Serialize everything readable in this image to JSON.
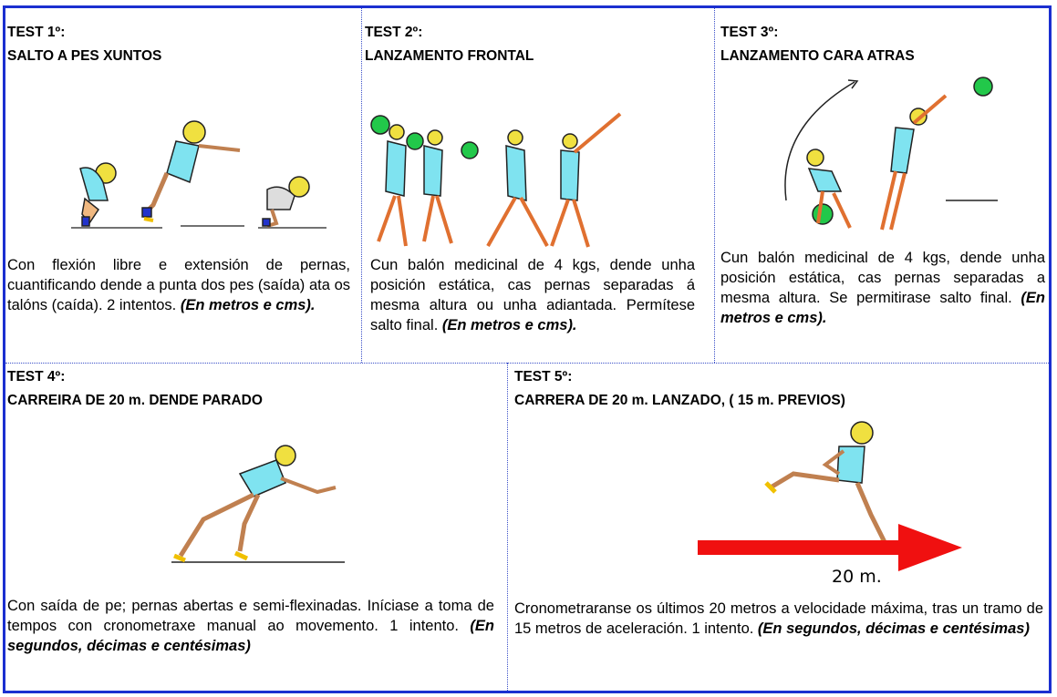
{
  "tests": [
    {
      "number": "TEST 1º:",
      "name": "SALTO A PES XUNTOS",
      "text": "Con flexión libre e extensión de pernas, cuantificando dende a punta dos pes (saída) ata os talóns (caída). 2 intentos.",
      "unit": "(En metros e cms)."
    },
    {
      "number": "TEST 2º:",
      "name": "LANZAMENTO FRONTAL",
      "text": "Cun balón medicinal de 4 kgs, dende unha posición estática, cas pernas separadas á mesma altura ou unha adiantada. Permítese salto final.",
      "unit": "(En metros e cms)."
    },
    {
      "number": "TEST 3º:",
      "name": "LANZAMENTO CARA ATRAS",
      "text": "Cun balón  medicinal de 4 kgs, dende unha posición estática, cas pernas separadas a mesma altura. Se permitirase salto final.",
      "unit": "(En metros e cms)."
    },
    {
      "number": "TEST 4º:",
      "name": "CARREIRA DE 20 m. DENDE PARADO",
      "text": "Con saída de pe; pernas abertas e semi-flexinadas. Iníciase a toma de tempos con cronometraxe manual ao movemento. 1 intento.",
      "unit": "(En segundos, décimas e centésimas)"
    },
    {
      "number": "TEST 5º:",
      "name": "CARRERA DE 20 m. LANZADO,  ( 15 m. PREVIOS)",
      "text": "Cronometraranse os últimos 20 metros a velocidade máxima, tras un tramo de 15 metros de aceleración. 1 intento.",
      "unit": "(En segundos, décimas e centésimas)"
    }
  ],
  "arrow_label": "20 m.",
  "colors": {
    "border": "#1b2fd0",
    "shirt": "#7fe3f0",
    "hair": "#f0e040",
    "ball": "#22c84a",
    "arrow": "#f01010"
  }
}
